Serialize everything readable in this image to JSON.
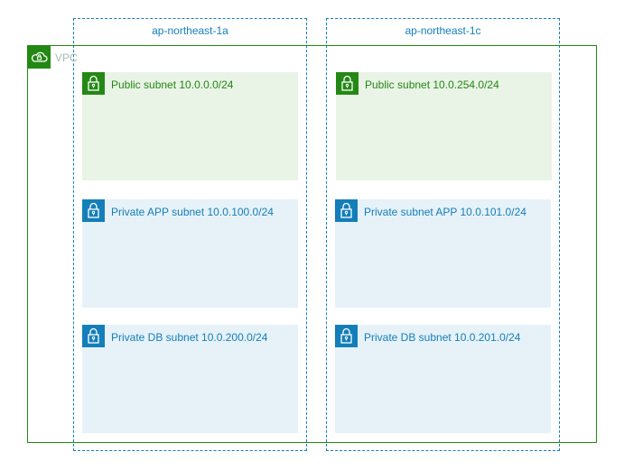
{
  "availability_zones": [
    {
      "label": "ap-northeast-1a"
    },
    {
      "label": "ap-northeast-1c"
    }
  ],
  "vpc": {
    "label": "VPC",
    "icon": "cloud-lock-icon",
    "color": "#248814"
  },
  "subnets": [
    {
      "label": "Public subnet 10.0.0.0/24",
      "icon": "lock-icon",
      "type": "public"
    },
    {
      "label": "Public subnet 10.0.254.0/24",
      "icon": "lock-icon",
      "type": "public"
    },
    {
      "label": "Private APP subnet 10.0.100.0/24",
      "icon": "lock-icon",
      "type": "private"
    },
    {
      "label": "Private subnet APP 10.0.101.0/24",
      "icon": "lock-icon",
      "type": "private"
    },
    {
      "label": "Private DB subnet 10.0.200.0/24",
      "icon": "lock-icon",
      "type": "private"
    },
    {
      "label": "Private DB subnet 10.0.201.0/24",
      "icon": "lock-icon",
      "type": "private"
    }
  ],
  "colors": {
    "public": "#248814",
    "private": "#147eba",
    "public_fill": "#e9f3e6",
    "private_fill": "#e6f2f8",
    "az_border": "#147eba"
  }
}
